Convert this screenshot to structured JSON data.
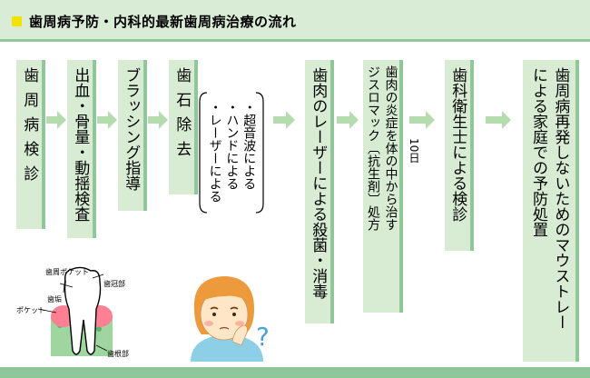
{
  "title": "歯周病予防・内科的最新歯周病治療の流れ",
  "steps": [
    {
      "label": "歯周病検診"
    },
    {
      "label": "出血・骨量・動揺検査"
    },
    {
      "label": "ブラッシング指導"
    },
    {
      "label": "歯石除去"
    },
    {
      "label": "歯肉のレーザーによる殺菌・消毒"
    },
    {
      "label_line1": "歯肉の炎症を体の中から治す",
      "label_line2": "ジスロマック〔抗生剤〕処方"
    },
    {
      "label": "歯科衛生士による検診"
    },
    {
      "label_line1": "歯周病再発しないためのマウストレー",
      "label_line2": "による家庭での予防処置"
    }
  ],
  "tartar_methods": [
    "・超音波による",
    "・ハンドによる",
    "・レーザーによる"
  ],
  "interval_label": "10日",
  "tooth_labels": {
    "pocket_depth": "歯周ポケット",
    "crown": "歯冠部",
    "tartar": "歯垢",
    "pocket": "ポケット",
    "root": "歯根部"
  },
  "colors": {
    "step_fill": "#d7ecd3",
    "accent_green": "#8fc79a",
    "title_marker": "#f2e400"
  }
}
